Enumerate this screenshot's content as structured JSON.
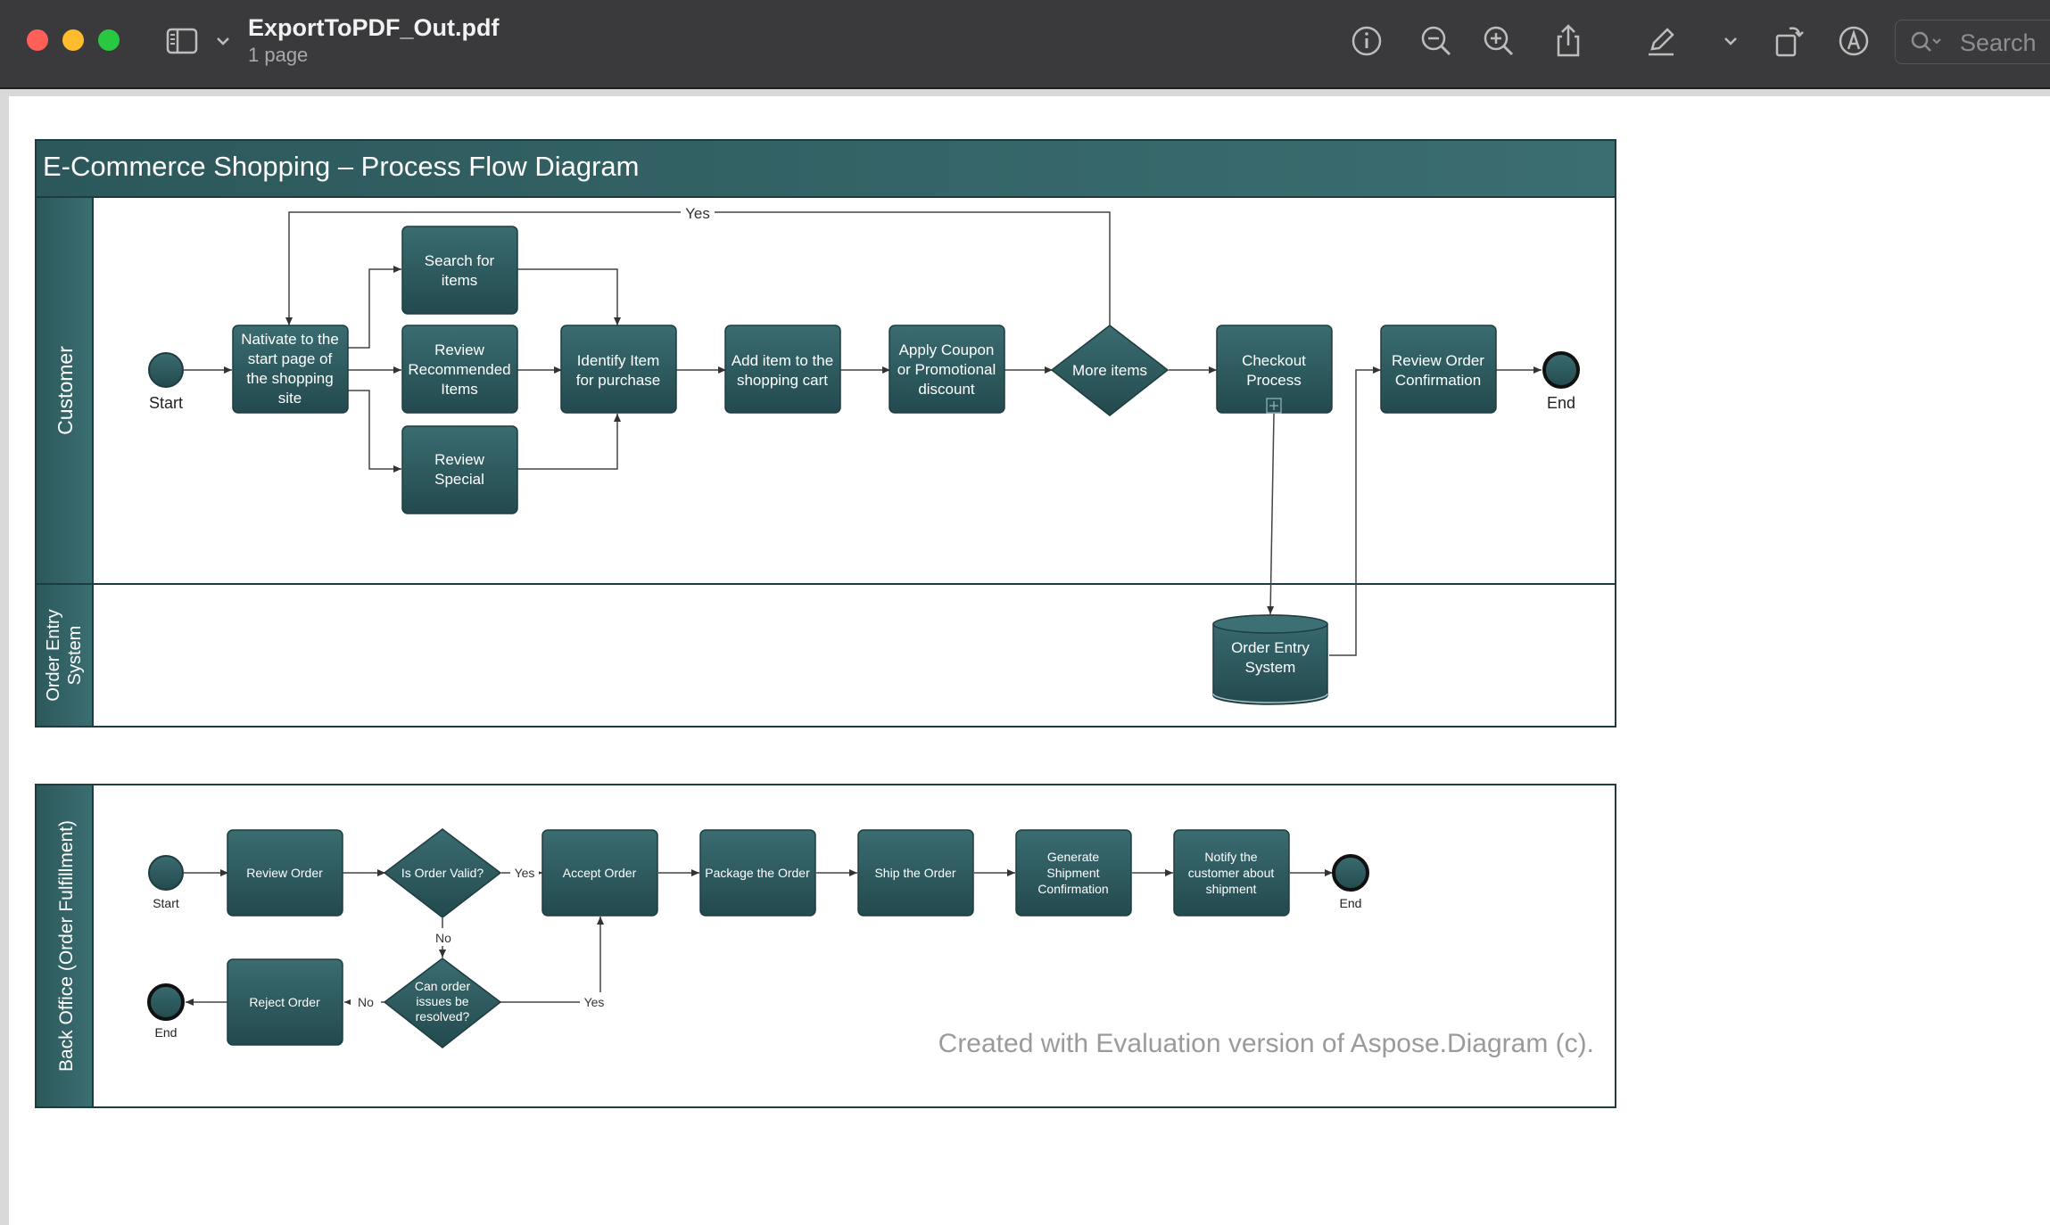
{
  "window": {
    "title": "ExportToPDF_Out.pdf",
    "subtitle": "1 page",
    "traffic_lights": {
      "close": "#ff5f57",
      "minimize": "#febc2e",
      "zoom": "#28c840"
    }
  },
  "toolbar": {
    "icons": [
      "sidebar-icon",
      "chevron-down-icon",
      "info-icon",
      "zoom-out-icon",
      "zoom-in-icon",
      "share-icon",
      "highlight-pen-icon",
      "chevron-down-icon",
      "rotate-icon",
      "markup-icon",
      "search-icon"
    ],
    "search_placeholder": "Search"
  },
  "colors": {
    "shape_fill": "#2d5a5f",
    "lane_header": "#2f5f62",
    "border": "#1e3c40"
  },
  "diagram": {
    "title": "E-Commerce Shopping – Process Flow Diagram",
    "lanes": {
      "customer": "Customer",
      "order_entry": [
        "Order Entry",
        "System"
      ],
      "back_office": "Back Office (Order Fulfillment)"
    },
    "customer": {
      "start": "Start",
      "navigate": [
        "Nativate to the",
        "start page of",
        "the shopping",
        "site"
      ],
      "search": [
        "Search for",
        "items"
      ],
      "review_recommended": [
        "Review",
        "Recommended",
        "Items"
      ],
      "review_special": [
        "Review",
        "Special"
      ],
      "identify": [
        "Identify Item",
        "for purchase"
      ],
      "add_cart": [
        "Add item to the",
        "shopping cart"
      ],
      "coupon": [
        "Apply Coupon",
        "or Promotional",
        "discount"
      ],
      "more_items": "More items",
      "yes_label": "Yes",
      "checkout": [
        "Checkout",
        "Process"
      ],
      "review_confirmation": [
        "Review Order",
        "Confirmation"
      ],
      "end": "End"
    },
    "order_entry": {
      "db": [
        "Order Entry",
        "System"
      ]
    },
    "back_office": {
      "start": "Start",
      "review_order": "Review Order",
      "is_valid": "Is Order Valid?",
      "yes": "Yes",
      "no": "No",
      "accept": "Accept Order",
      "package": "Package the Order",
      "ship": "Ship the Order",
      "generate": [
        "Generate",
        "Shipment",
        "Confirmation"
      ],
      "notify": [
        "Notify the",
        "customer about",
        "shipment"
      ],
      "end": "End",
      "can_resolve": [
        "Can order",
        "issues be",
        "resolved?"
      ],
      "reject": "Reject Order",
      "end2": "End"
    },
    "watermark": "Created with Evaluation version of Aspose.Diagram (c)."
  }
}
